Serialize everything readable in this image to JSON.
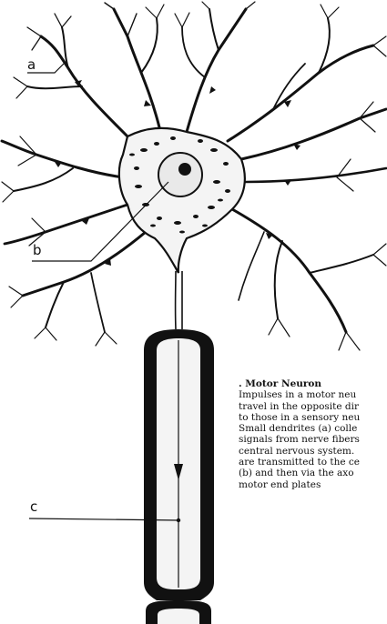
{
  "labels": {
    "a": "a",
    "b": "b",
    "c": "c"
  },
  "caption": {
    "title": ". Motor Neuron",
    "lines": [
      "Impulses in a motor neu",
      "travel in the opposite dir",
      "to those in a sensory neu",
      "Small dendrites (a) colle",
      "signals from nerve fibers",
      "central nervous system.",
      "are transmitted to the ce",
      "(b) and then via the axo",
      "motor end plates"
    ]
  },
  "colors": {
    "ink": "#111111",
    "background": "#ffffff"
  }
}
